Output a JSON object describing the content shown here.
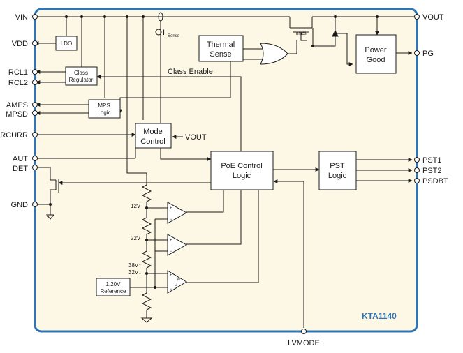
{
  "chip": {
    "name": "KTA1140"
  },
  "pins_left": [
    "VIN",
    "VDD",
    "RCL1",
    "RCL2",
    "AMPS",
    "MPSD",
    "RCURR",
    "AUT",
    "DET",
    "GND"
  ],
  "pins_right": [
    "VOUT",
    "PG",
    "PST1",
    "PST2",
    "PSDBT"
  ],
  "pin_bottom": "LVMODE",
  "blocks": {
    "ldo": "LDO",
    "class_regulator": [
      "Class",
      "Regulator"
    ],
    "mps_logic": [
      "MPS",
      "Logic"
    ],
    "mode_control": [
      "Mode",
      "Control"
    ],
    "thermal_sense": [
      "Thermal",
      "Sense"
    ],
    "power_good": [
      "Power",
      "Good"
    ],
    "poe_logic": [
      "PoE Control",
      "Logic"
    ],
    "pst_logic": [
      "PST",
      "Logic"
    ],
    "reference": [
      "1.20V",
      "Reference"
    ]
  },
  "annotations": {
    "class_enable": "Class Enable",
    "isense": "I",
    "isense_sub": "Sense",
    "nmos": "nmos",
    "mode_vout": "VOUT",
    "tap_12v": "12V",
    "tap_22v": "22V",
    "tap_38v": "38V↑",
    "tap_32v": "32V↓",
    "plus": "+",
    "minus": "−"
  },
  "colors": {
    "chip_fill": "#fdf8e6",
    "chip_border": "#2e75b6",
    "brand": "#2e75b6",
    "line": "#1a1a1a"
  }
}
